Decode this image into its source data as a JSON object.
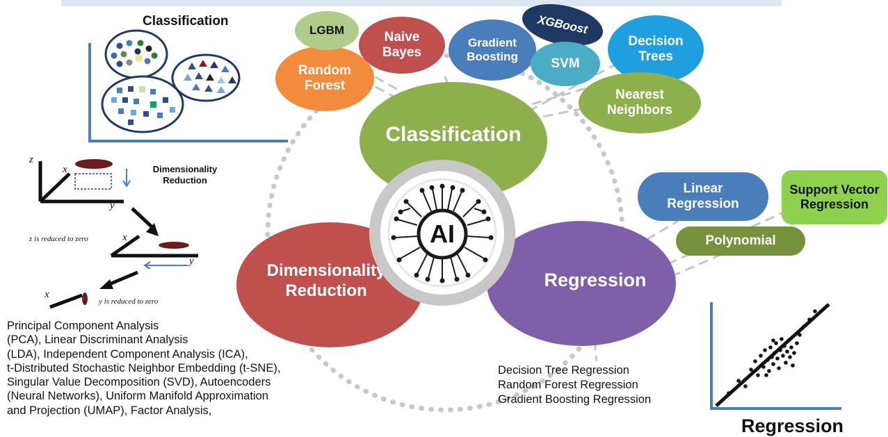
{
  "classification_panel": {
    "title": "Classification"
  },
  "dimensionality_panel": {
    "label": "Dimensionality Reduction",
    "axis_x": "x",
    "axis_y": "y",
    "axis_z": "z",
    "z_note": "z is reduced to zero",
    "y_note": "y is reduced to zero"
  },
  "classification_algorithms": [
    "LGBM",
    "Naive Bayes",
    "Gradient Boosting",
    "XGBoost",
    "Decision Trees",
    "Random Forest",
    "SVM",
    "Nearest Neighbors"
  ],
  "center": {
    "classification": "Classification",
    "dimensionality": "Dimensionality Reduction",
    "regression": "Regression",
    "ai": "AI"
  },
  "regression_algorithms": [
    "Linear Regression",
    "Support Vector Regression",
    "Polynomial"
  ],
  "dimensionality_methods": [
    "Principal Component Analysis",
    "(PCA), Linear Discriminant Analysis",
    "(LDA), Independent Component Analysis (ICA),",
    "t-Distributed Stochastic Neighbor Embedding (t-SNE),",
    "Singular Value Decomposition (SVD), Autoencoders",
    "(Neural Networks), Uniform Manifold Approximation",
    "and Projection (UMAP), Factor Analysis,"
  ],
  "regression_methods": [
    "Decision Tree Regression",
    "Random Forest Regression",
    "Gradient Boosting Regression"
  ],
  "regression_panel": {
    "title": "Regression"
  },
  "colors": {
    "green": "#8db04c",
    "red": "#c0504d",
    "purple": "#7f60a8",
    "orange": "#f28c3c",
    "blue": "#4a7ebb",
    "sky": "#1f9fe0",
    "teal": "#4bacc6",
    "navy": "#1f3864",
    "light_green": "#b0cc8a",
    "axis_blue": "#4a7ebb",
    "dark_red": "#6b1c1c"
  }
}
